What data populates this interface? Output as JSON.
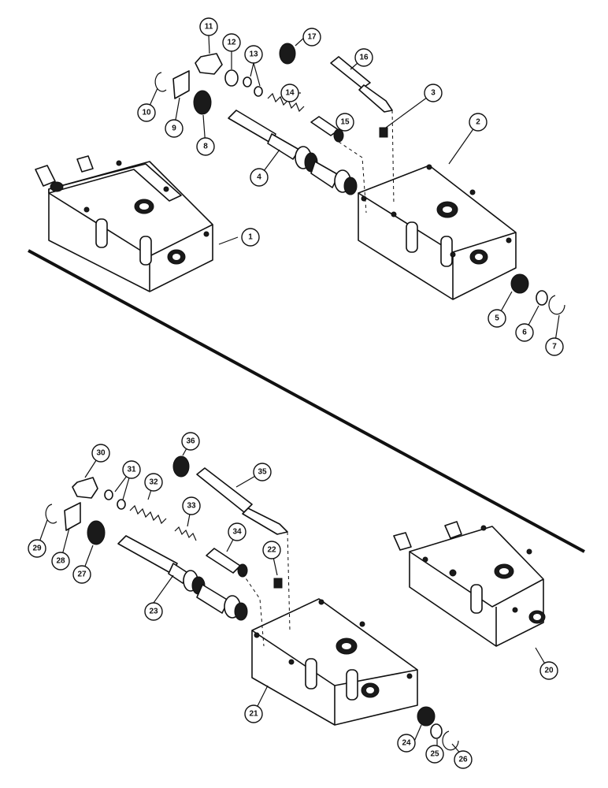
{
  "callouts": {
    "c1": "1",
    "c2": "2",
    "c3": "3",
    "c4": "4",
    "c5": "5",
    "c6": "6",
    "c7": "7",
    "c8": "8",
    "c9": "9",
    "c10": "10",
    "c11": "11",
    "c12": "12",
    "c13": "13",
    "c14": "14",
    "c15": "15",
    "c16": "16",
    "c17": "17",
    "c20": "20",
    "c21": "21",
    "c22": "22",
    "c23": "23",
    "c24": "24",
    "c25": "25",
    "c26": "26",
    "c27": "27",
    "c28": "28",
    "c29": "29",
    "c30": "30",
    "c31": "31",
    "c32": "32",
    "c33": "33",
    "c34": "34",
    "c35": "35",
    "c36": "36"
  }
}
